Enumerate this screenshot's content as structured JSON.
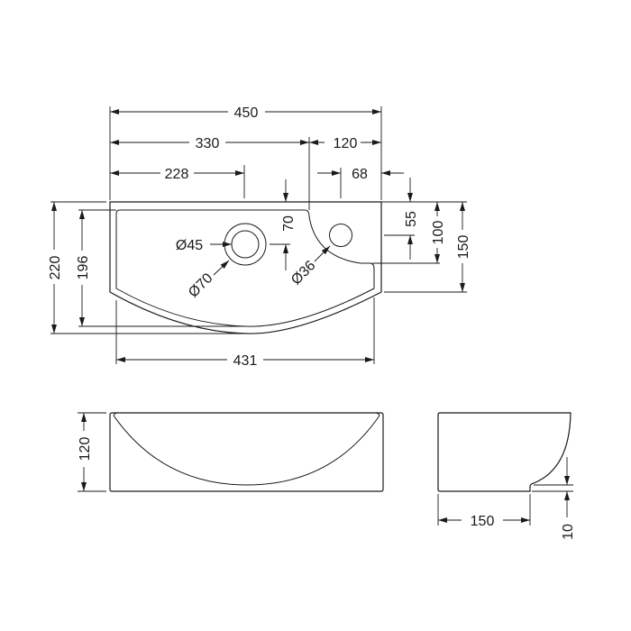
{
  "plan_view": {
    "overall_width": "450",
    "tap_to_notch": "330",
    "notch_width": "120",
    "tap_hole_offset": "228",
    "small_hole_offset": "68",
    "tap_hole_depth": "70",
    "small_hole_depth": "55",
    "notch_depth": "100",
    "side_depth": "150",
    "overall_depth": "220",
    "inner_depth": "196",
    "inner_width": "431",
    "tap_hole_diameter": "Ø45",
    "tap_ring_diameter": "Ø70",
    "small_hole_diameter": "Ø36"
  },
  "front_view": {
    "height": "120"
  },
  "side_view": {
    "depth": "150",
    "step": "10"
  },
  "colors": {
    "line": "#1a1a1a",
    "background": "#ffffff"
  }
}
